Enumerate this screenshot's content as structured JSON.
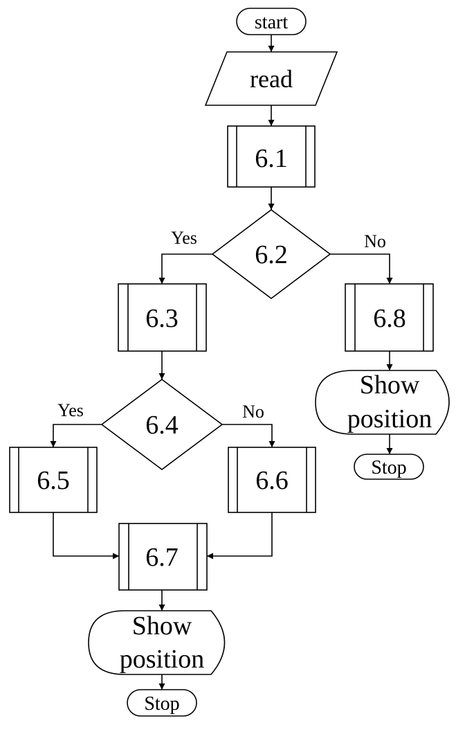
{
  "flowchart": {
    "start": "start",
    "input": "read",
    "steps": {
      "s61": "6.1",
      "s63": "6.3",
      "s65": "6.5",
      "s66": "6.6",
      "s67": "6.7",
      "s68": "6.8"
    },
    "decisions": {
      "d62": "6.2",
      "d64": "6.4"
    },
    "branch_labels": {
      "d62_yes": "Yes",
      "d62_no": "No",
      "d64_yes": "Yes",
      "d64_no": "No"
    },
    "outputs": {
      "left": {
        "line1": "Show",
        "line2": "position"
      },
      "right": {
        "line1": "Show",
        "line2": "position"
      }
    },
    "terminals": {
      "left_stop": "Stop",
      "right_stop": "Stop"
    }
  }
}
